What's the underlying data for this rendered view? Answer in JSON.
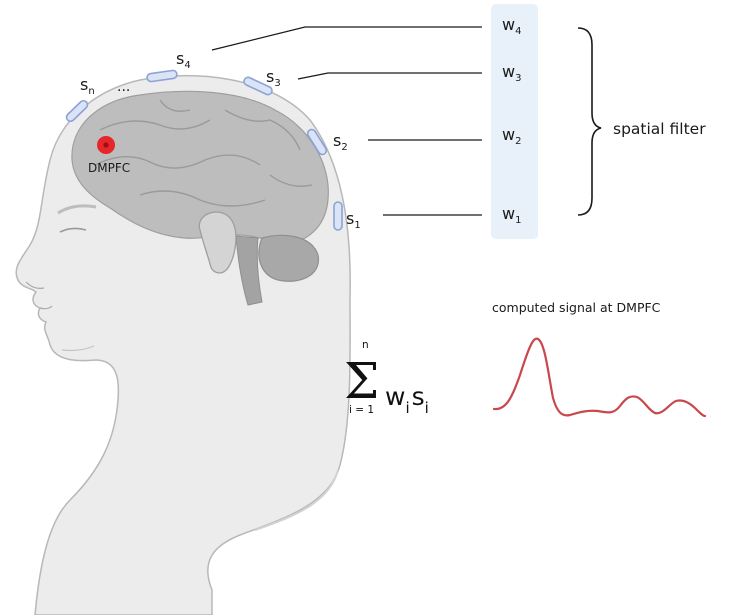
{
  "electrodes": {
    "s_n": {
      "base": "s",
      "sub": "n"
    },
    "ellipsis": "...",
    "s_4": {
      "base": "s",
      "sub": "4"
    },
    "s_3": {
      "base": "s",
      "sub": "3"
    },
    "s_2": {
      "base": "s",
      "sub": "2"
    },
    "s_1": {
      "base": "s",
      "sub": "1"
    }
  },
  "weights": [
    {
      "base": "w",
      "sub": "4"
    },
    {
      "base": "w",
      "sub": "3"
    },
    {
      "base": "w",
      "sub": "2"
    },
    {
      "base": "w",
      "sub": "1"
    }
  ],
  "brain_region_label": "DMPFC",
  "spatial_filter_label": "spatial filter",
  "formula": {
    "upper_limit": "n",
    "sigma": "Σ",
    "lower_limit": "i = 1",
    "w": "w",
    "w_sub": "i",
    "s": "s",
    "s_sub": "i"
  },
  "signal_title": "computed signal at DMPFC",
  "colors": {
    "weights_panel": "#e8f0fa",
    "electrode_fill": "#dbe4f6",
    "electrode_stroke": "#8da3d6",
    "dmpfc_marker": "#e6262b",
    "signal_line": "#c9484b",
    "head_fill": "#ececec",
    "brain_fill": "#bdbdbd"
  }
}
